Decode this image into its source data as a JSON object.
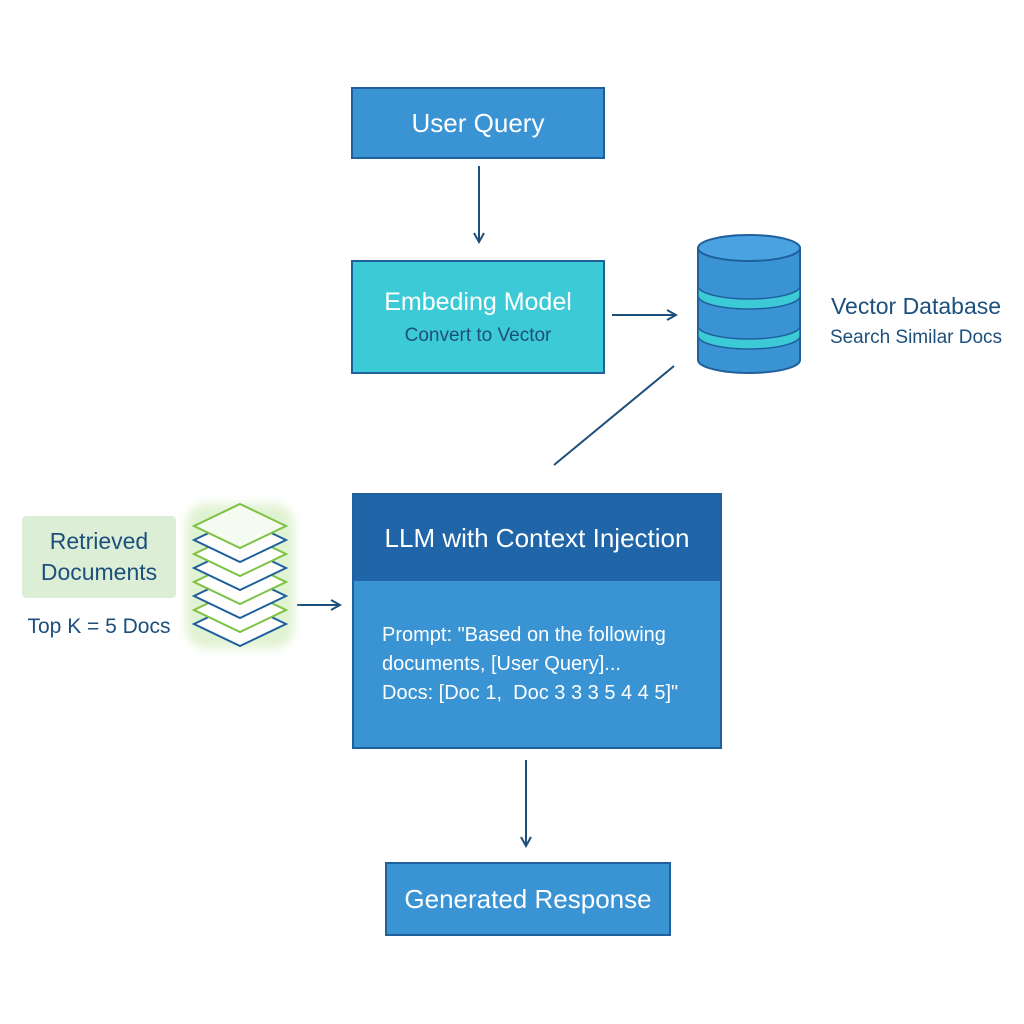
{
  "nodes": {
    "user_query": {
      "label": "User Query"
    },
    "embedding_model": {
      "title": "Embeding Model",
      "subtitle": "Convert to Vector"
    },
    "vector_database": {
      "title": "Vector Database",
      "subtitle": "Search Similar Docs"
    },
    "retrieved_documents": {
      "title": "Retrieved Documents",
      "caption": "Top K = 5 Docs"
    },
    "llm": {
      "title": "LLM with Context Injection",
      "prompt_lines": [
        "Prompt: \"Based on the following",
        "documents, [User Query]...",
        "Docs: [Doc 1,  Doc 3 3 3 5 4 4 5]\""
      ]
    },
    "generated_response": {
      "label": "Generated Response"
    }
  },
  "colors": {
    "primary_blue": "#3a93d3",
    "dark_blue": "#1f65a8",
    "border_navy": "#1f5f9c",
    "teal": "#3ccad6",
    "text_navy": "#1d4f7c",
    "green_stack": "#7cc242",
    "green_label_bg": "#dcefd6"
  },
  "icons": {
    "database": "database-icon",
    "documents": "document-stack-icon"
  }
}
